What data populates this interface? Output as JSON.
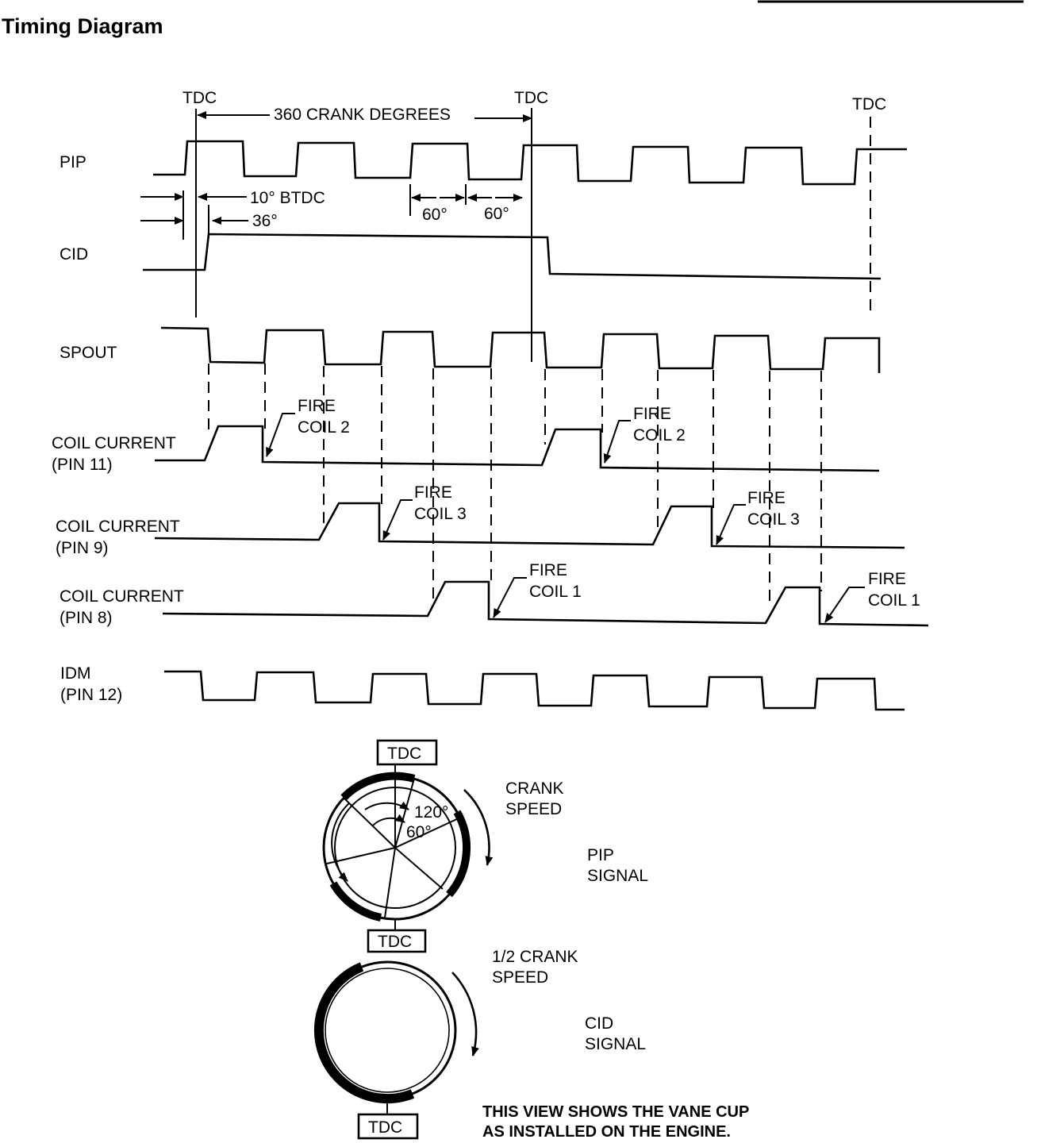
{
  "title": "Timing Diagram",
  "tdc_labels": [
    "TDC",
    "TDC",
    "TDC"
  ],
  "span_label": "360 CRANK DEGREES",
  "angle_labels": {
    "btdc": "10°  BTDC",
    "deg36": "36°",
    "deg60_a": "60°",
    "deg60_b": "60°"
  },
  "signals": {
    "pip": "PIP",
    "cid": "CID",
    "spout": "SPOUT",
    "coil11_line1": "COIL CURRENT",
    "coil11_line2": "(PIN 11)",
    "coil9_line1": "COIL CURRENT",
    "coil9_line2": "(PIN 9)",
    "coil8_line1": "COIL CURRENT",
    "coil8_line2": "(PIN 8)",
    "idm_line1": "IDM",
    "idm_line2": "(PIN 12)"
  },
  "fire_labels": {
    "c2a_1": "FIRE",
    "c2a_2": "COIL 2",
    "c2b_1": "FIRE",
    "c2b_2": "COIL 2",
    "c3a_1": "FIRE",
    "c3a_2": "COIL 3",
    "c3b_1": "FIRE",
    "c3b_2": "COIL 3",
    "c1a_1": "FIRE",
    "c1a_2": "COIL 1",
    "c1b_1": "FIRE",
    "c1b_2": "COIL 1"
  },
  "wheel": {
    "tdc_top": "TDC",
    "tdc_mid": "TDC",
    "tdc_bottom": "TDC",
    "angle_120": "120°",
    "angle_60": "60°",
    "crank_speed_1": "CRANK",
    "crank_speed_2": "SPEED",
    "pip_signal_1": "PIP",
    "pip_signal_2": "SIGNAL",
    "half_speed_1": "1/2 CRANK",
    "half_speed_2": "SPEED",
    "cid_signal_1": "CID",
    "cid_signal_2": "SIGNAL"
  },
  "note_line1": "THIS VIEW SHOWS THE VANE CUP",
  "note_line2": "AS INSTALLED ON THE ENGINE."
}
